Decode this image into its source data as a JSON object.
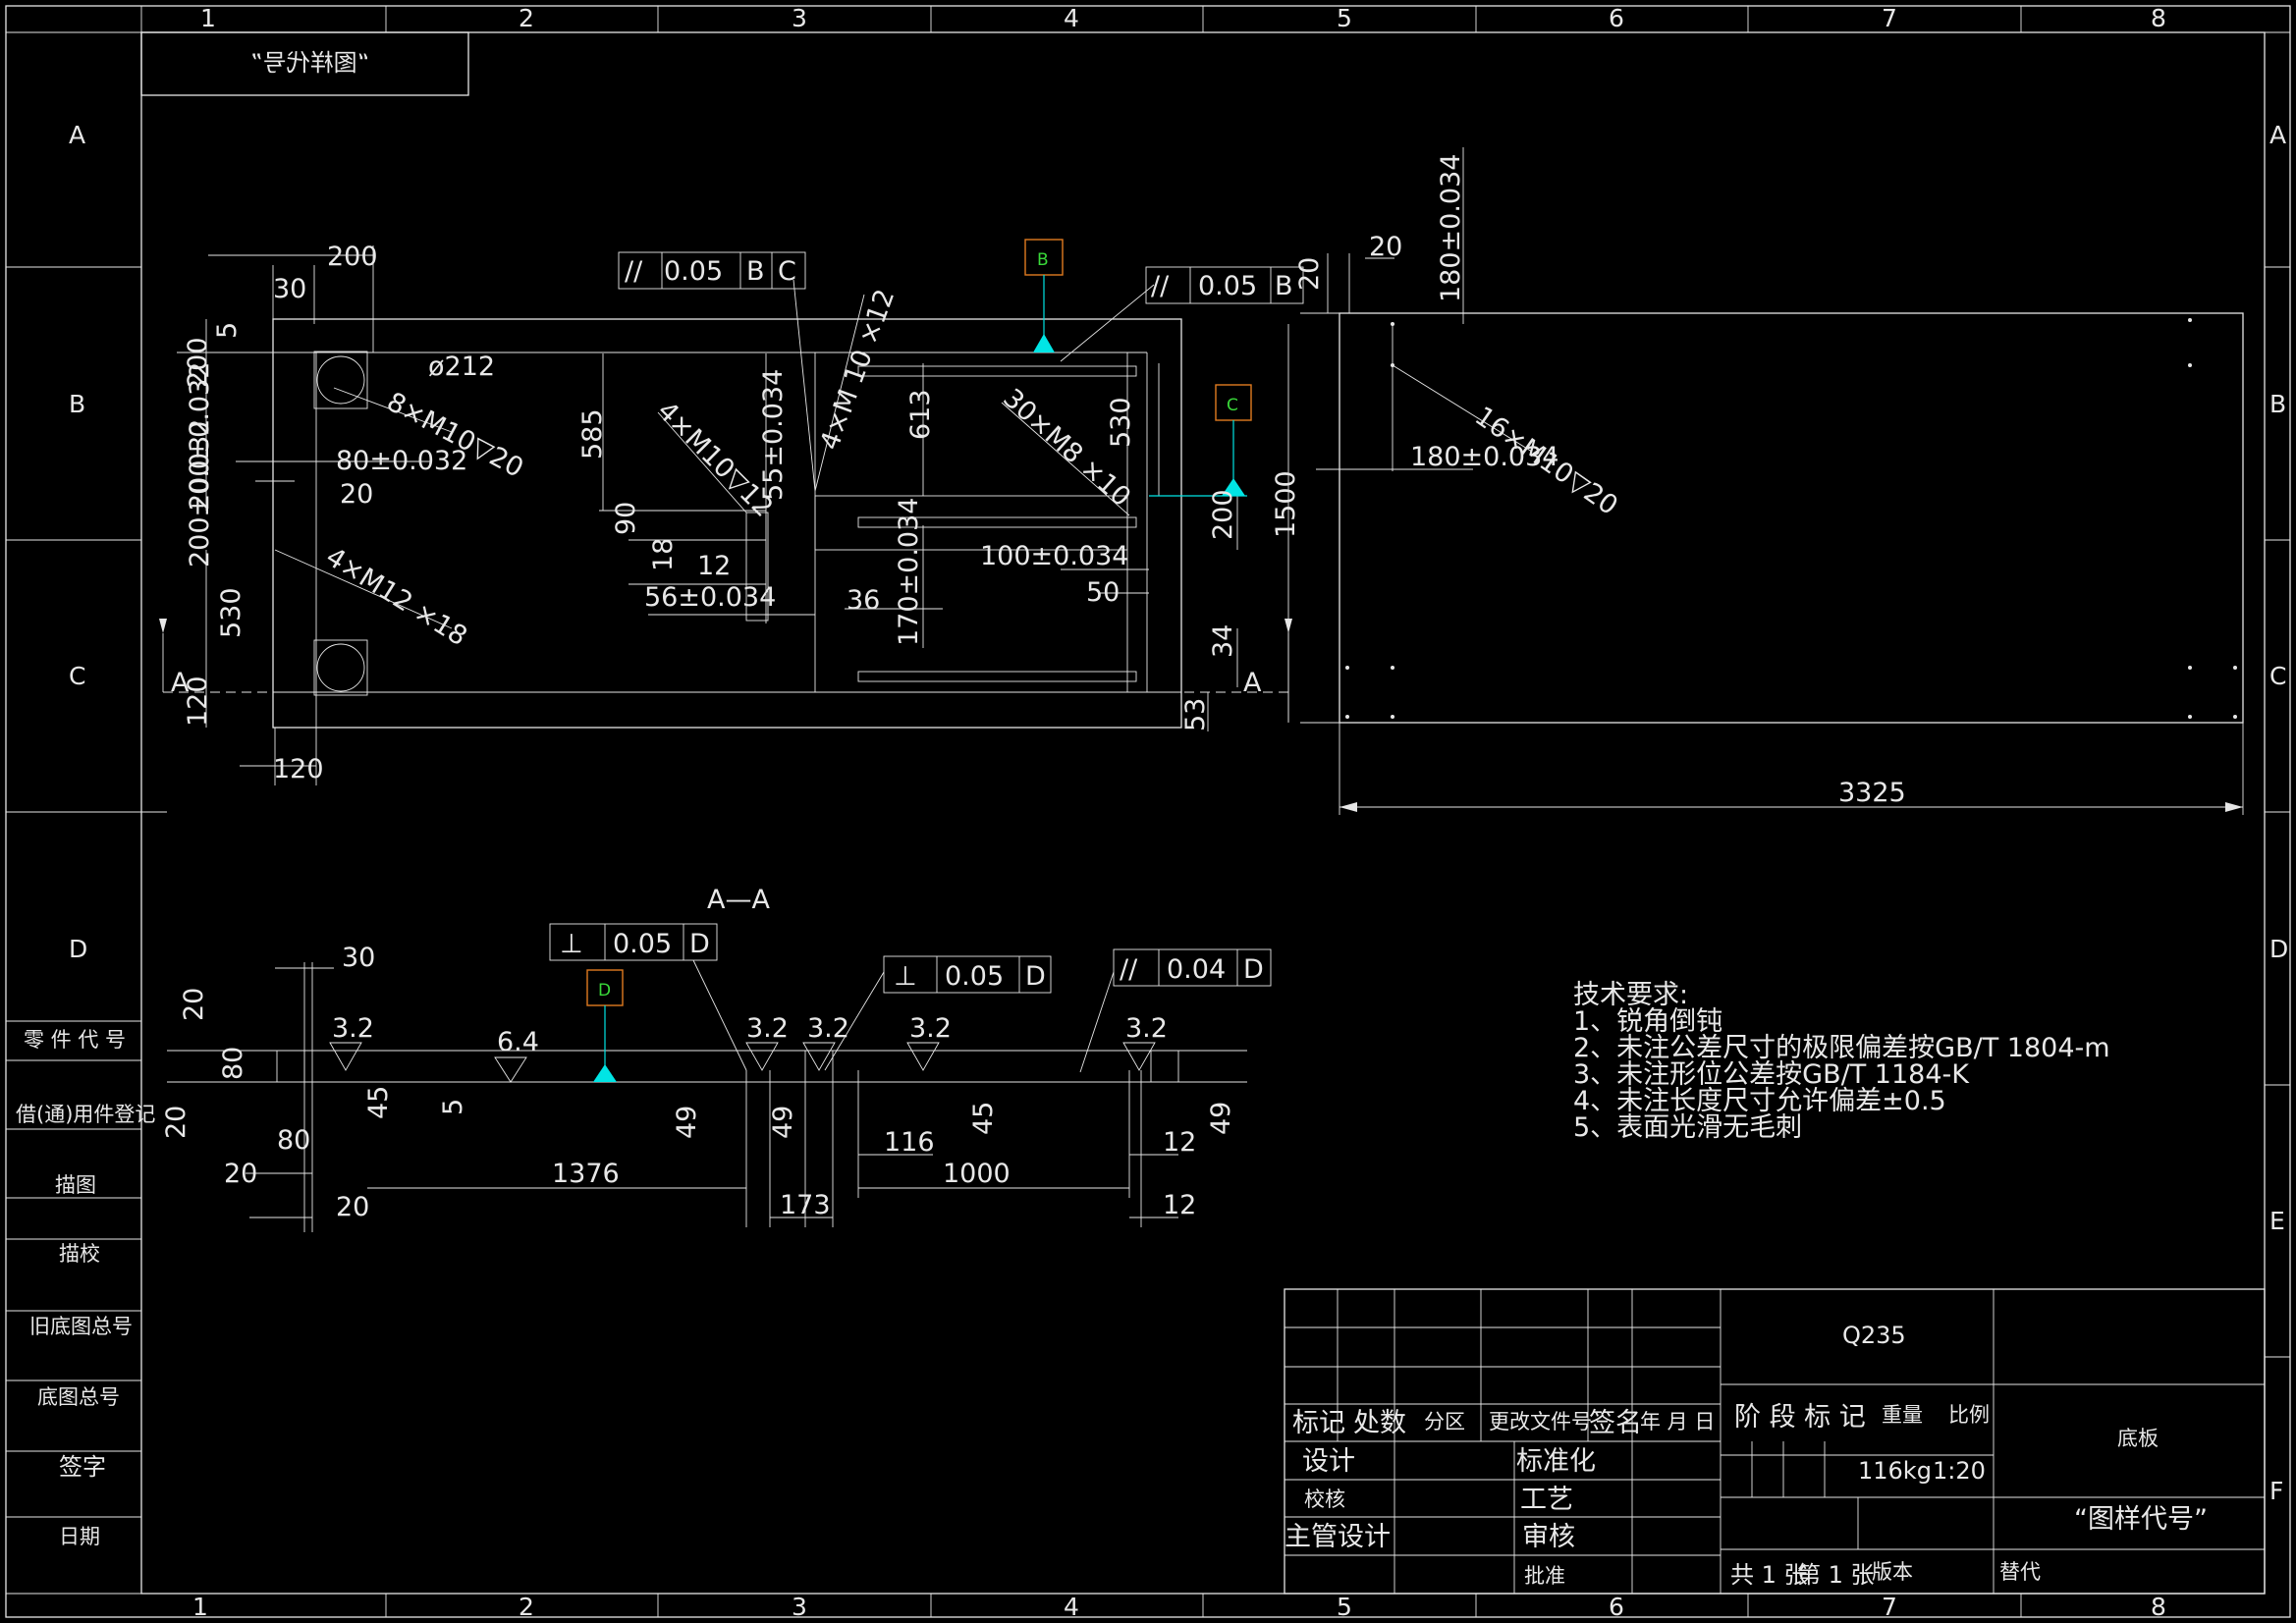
{
  "colors": {
    "background": "#000000",
    "line": "#e6e6e6",
    "datum_marker": "#00e5e5",
    "datum_box": "#e07a1f",
    "datum_letter": "#39d839"
  },
  "frame": {
    "col_numbers": [
      "1",
      "2",
      "3",
      "4",
      "5",
      "6",
      "7",
      "8"
    ],
    "row_letters_left": [
      "A",
      "B",
      "C",
      "D"
    ],
    "row_letters_right": [
      "A",
      "B",
      "C",
      "D",
      "E",
      "F"
    ],
    "mirrored_code": "“图样代号”"
  },
  "left_strip": {
    "part_code": "零 件 代 号",
    "borrowed": "借(通)用件登记",
    "trace": "描图",
    "trace_check": "描校",
    "old_base": "旧底图总号",
    "base": "底图总号",
    "sign": "签字",
    "date": "日期"
  },
  "front_view": {
    "gdt1": [
      "//",
      "0.05",
      "B",
      "C"
    ],
    "gdt2": [
      "//",
      "0.05",
      "B"
    ],
    "datum_b": "B",
    "datum_c": "C",
    "dims": {
      "d200": "200",
      "d30": "30",
      "d5": "5",
      "d200v": "200",
      "d212": "ø212",
      "d8m": "8×M10▽20",
      "d80": "80±0.032",
      "d20": "20",
      "d200b": "200±0.032",
      "d200c": "200±0.032",
      "d530": "530",
      "d4m12": "4×M12 ×18",
      "d120v": "120",
      "d120h": "120",
      "d585": "585",
      "d4m10": "4×M10▽12",
      "d55": "55±0.034",
      "d4m10b": "4×M 10 ×12",
      "d90": "90",
      "d18": "18",
      "d12": "12",
      "d56": "56±0.034",
      "d36": "36",
      "d613": "613",
      "d170": "170±0.034",
      "d30m8": "30×M8 ×10",
      "d530b": "530",
      "d200r": "200",
      "d100": "100±0.034",
      "d50": "50",
      "d34": "34",
      "d53": "53",
      "sectA": "A"
    }
  },
  "side_view": {
    "d20": "20",
    "d180v": "180±0.034",
    "d1500": "1500",
    "d16m": "16×M10▽20",
    "d180h": "180±0.034",
    "d3325": "3325"
  },
  "section_view": {
    "title": "A—A",
    "gdt_d1": [
      "⊥",
      "0.05",
      "D"
    ],
    "gdt_d2": [
      "⊥",
      "0.05",
      "D"
    ],
    "gdt_d3": [
      "//",
      "0.04",
      "D"
    ],
    "datum_d": "D",
    "roughness": [
      "3.2",
      "6.4",
      "3.2",
      "3.2",
      "3.2",
      "3.2"
    ],
    "dims": {
      "d30": "30",
      "d20a": "20",
      "d80v": "80",
      "d20v": "20",
      "d45": "45",
      "d5": "5",
      "d80h": "80",
      "d20h": "20",
      "d20b": "20",
      "d49a": "49",
      "d1376": "1376",
      "d49b": "49",
      "d173": "173",
      "d116": "116",
      "d45b": "45",
      "d1000": "1000",
      "d12a": "12",
      "d12b": "12",
      "d49c": "49"
    }
  },
  "tech_req": {
    "title": "技术要求:",
    "items": [
      "1、锐角倒钝",
      "2、未注公差尺寸的极限偏差按GB/T 1804-m",
      "3、未注形位公差按GB/T 1184-K",
      "4、未注长度尺寸允许偏差±0.5",
      "5、表面光滑无毛刺"
    ]
  },
  "title_block": {
    "material": "Q235",
    "mark": "标记",
    "count": "处数",
    "zone": "分区",
    "change_doc": "更改文件号",
    "signature": "签名",
    "date": "年 月 日",
    "design": "设计",
    "standard": "标准化",
    "check": "校核",
    "process": "工艺",
    "chief": "主管设计",
    "review": "审核",
    "approve": "批准",
    "stage_mark": "阶 段 标 记",
    "weight_label": "重量",
    "scale_label": "比例",
    "weight": "116kg",
    "scale": "1:20",
    "part_name": "底板",
    "drawing_code": "“图样代号”",
    "sheets": "共 1 张",
    "sheet_no": "第 1 张",
    "version": "版本",
    "replace": "替代"
  }
}
